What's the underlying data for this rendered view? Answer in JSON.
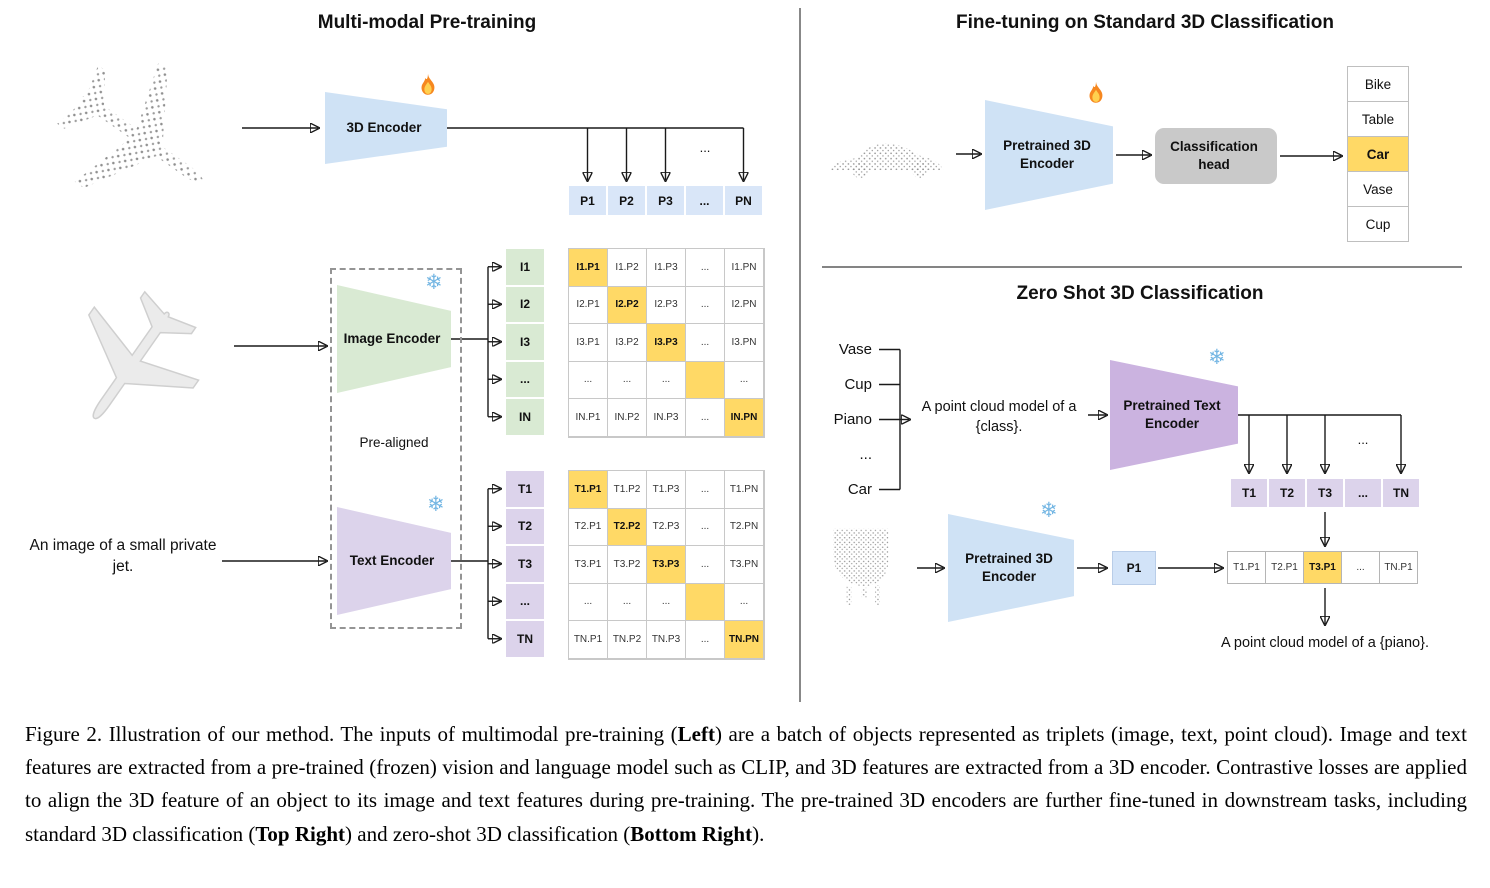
{
  "pretraining": {
    "title": "Multi-modal Pre-training",
    "encoder_3d_label": "3D Encoder",
    "image_encoder_label": "Image Encoder",
    "text_encoder_label": "Text Encoder",
    "prealigned_label": "Pre-aligned",
    "image_text": "An image of a small private jet.",
    "branch_ellipsis": "...",
    "p_row": [
      "P1",
      "P2",
      "P3",
      "...",
      "PN"
    ],
    "i_col": [
      "I1",
      "I2",
      "I3",
      "...",
      "IN"
    ],
    "t_col": [
      "T1",
      "T2",
      "T3",
      "...",
      "TN"
    ],
    "ip_matrix": [
      [
        "I1.P1",
        "I1.P2",
        "I1.P3",
        "...",
        "I1.PN"
      ],
      [
        "I2.P1",
        "I2.P2",
        "I2.P3",
        "...",
        "I2.PN"
      ],
      [
        "I3.P1",
        "I3.P2",
        "I3.P3",
        "...",
        "I3.PN"
      ],
      [
        "...",
        "...",
        "...",
        "",
        "..."
      ],
      [
        "IN.P1",
        "IN.P2",
        "IN.P3",
        "...",
        "IN.PN"
      ]
    ],
    "tp_matrix": [
      [
        "T1.P1",
        "T1.P2",
        "T1.P3",
        "...",
        "T1.PN"
      ],
      [
        "T2.P1",
        "T2.P2",
        "T2.P3",
        "...",
        "T2.PN"
      ],
      [
        "T3.P1",
        "T3.P2",
        "T3.P3",
        "...",
        "T3.PN"
      ],
      [
        "...",
        "...",
        "...",
        "",
        "..."
      ],
      [
        "TN.P1",
        "TN.P2",
        "TN.P3",
        "...",
        "TN.PN"
      ]
    ]
  },
  "finetune": {
    "title": "Fine-tuning on Standard 3D Classification",
    "encoder_label": "Pretrained 3D Encoder",
    "head_label": "Classification head",
    "classes": [
      "Bike",
      "Table",
      "Car",
      "Vase",
      "Cup"
    ],
    "highlight_index": 2
  },
  "zeroshot": {
    "title": "Zero Shot 3D Classification",
    "classes": [
      "Vase",
      "Cup",
      "Piano",
      "...",
      "Car"
    ],
    "prompt": "A point cloud model of a {class}.",
    "text_encoder_label": "Pretrained Text Encoder",
    "encoder_3d_label": "Pretrained 3D Encoder",
    "branch_ellipsis": "...",
    "t_row": [
      "T1",
      "T2",
      "T3",
      "...",
      "TN"
    ],
    "p_cell": "P1",
    "tp_row": [
      "T1.P1",
      "T2.P1",
      "T3.P1",
      "...",
      "TN.P1"
    ],
    "tp_highlight_index": 2,
    "result_text": "A point cloud model of a {piano}."
  },
  "caption": {
    "segments": [
      {
        "text": "Figure 2. Illustration of our method. The inputs of multimodal pre-training (",
        "bold": false
      },
      {
        "text": "Left",
        "bold": true
      },
      {
        "text": ") are a batch of objects represented as triplets (image, text, point cloud). Image and text features are extracted from a pre-trained (frozen) vision and language model such as CLIP, and 3D features are extracted from a 3D encoder. Contrastive losses are applied to align the 3D feature of an object to its image and text features during pre-training. The pre-trained 3D encoders are further fine-tuned in downstream tasks, including standard 3D classification (",
        "bold": false
      },
      {
        "text": "Top Right",
        "bold": true
      },
      {
        "text": ") and zero-shot 3D classification (",
        "bold": false
      },
      {
        "text": "Bottom Right",
        "bold": true
      },
      {
        "text": ").",
        "bold": false
      }
    ]
  },
  "icons": {
    "fire": "flame",
    "snowflake": "❄"
  },
  "colors": {
    "highlight": "#ffd966",
    "encoder_blue": "#cfe2f5",
    "encoder_green": "#d9ead3",
    "encoder_purple": "#dcd3eb",
    "cell_blue": "#d9e6f8",
    "head_gray": "#c9c9c9"
  }
}
